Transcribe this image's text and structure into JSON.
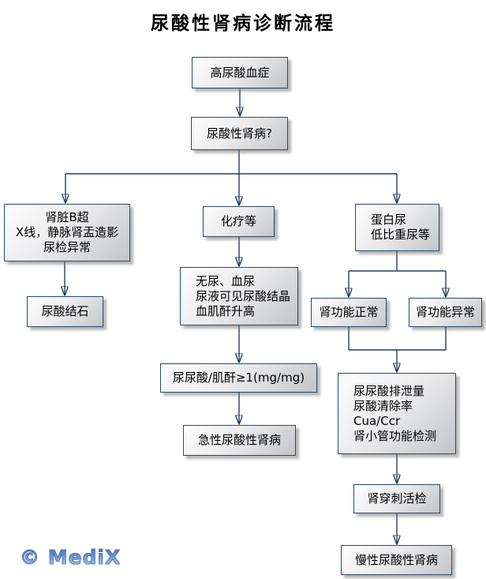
{
  "title": "尿酸性肾病诊断流程",
  "watermark": "© MediX",
  "colors": {
    "line": "#24405e",
    "node_border": "#2b4a69",
    "node_fill_light": "#fdfdfd",
    "node_fill_dark": "#c3c5c8",
    "watermark_blue": "#4870b4",
    "background": "#ffffff",
    "title_text": "#000000"
  },
  "nodes": {
    "hyperuricemia": {
      "label": "高尿酸血症"
    },
    "uric_nephropathy_question": {
      "label": "尿酸性肾病?"
    },
    "imaging_findings": {
      "label": "肾脏B超\nX线，静脉肾盂造影\n尿检异常"
    },
    "uric_acid_stone": {
      "label": "尿酸结石"
    },
    "chemotherapy": {
      "label": "化疗等"
    },
    "anuria_hematuria": {
      "label": "无尿、血尿\n尿液可见尿酸结晶\n血肌酐升高"
    },
    "urine_ratio": {
      "label": "尿尿酸/肌酐≥1(mg/mg)"
    },
    "acute_nephropathy": {
      "label": "急性尿酸性肾病"
    },
    "proteinuria": {
      "label": "蛋白尿\n低比重尿等"
    },
    "renal_function_normal": {
      "label": "肾功能正常"
    },
    "renal_function_abnormal": {
      "label": "肾功能异常"
    },
    "uric_tests": {
      "label": "尿尿酸排泄量\n尿酸清除率\nCua/Ccr\n肾小管功能检测"
    },
    "renal_biopsy": {
      "label": "肾穿刺活检"
    },
    "chronic_nephropathy": {
      "label": "慢性尿酸性肾病"
    }
  }
}
